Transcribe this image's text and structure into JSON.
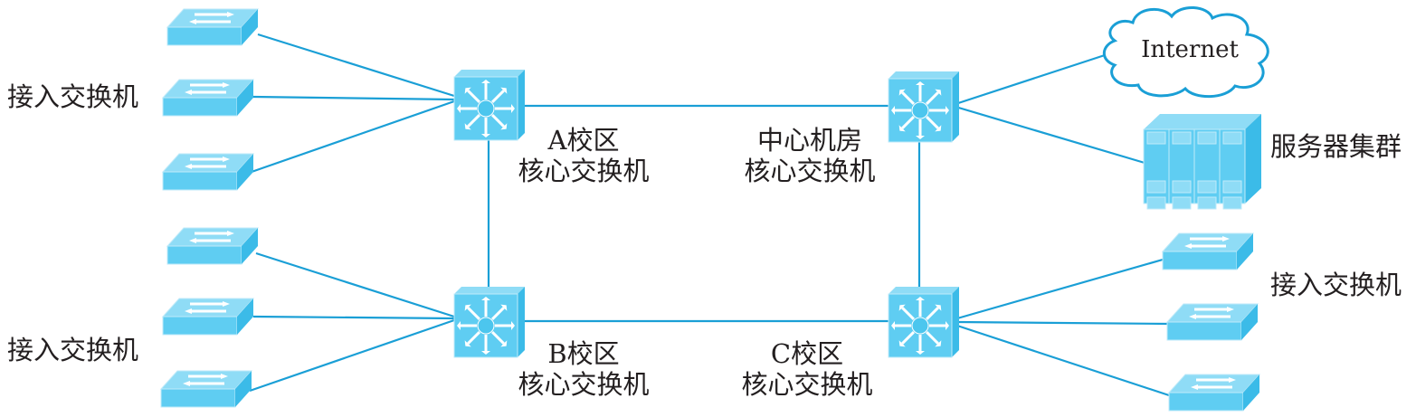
{
  "colors": {
    "line": "#1a9fd6",
    "device_fill": "#5fcdf2",
    "device_side": "#3bbbe8",
    "device_top": "#8fdcf6",
    "text": "#231f20"
  },
  "labels": {
    "access_left_top": "接入交换机",
    "access_left_bottom": "接入交换机",
    "access_right": "接入交换机",
    "core_a": [
      "A校区",
      "核心交换机"
    ],
    "core_center": [
      "中心机房",
      "核心交换机"
    ],
    "core_b": [
      "B校区",
      "核心交换机"
    ],
    "core_c": [
      "C校区",
      "核心交换机"
    ],
    "internet": "Internet",
    "server_cluster": "服务器集群"
  }
}
